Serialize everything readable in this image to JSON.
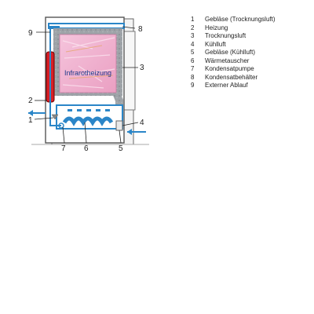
{
  "diagram": {
    "overlay_label": "Infrarotheizung",
    "callouts": [
      "9",
      "8",
      "3",
      "2",
      "1",
      "4",
      "7",
      "6",
      "5"
    ]
  },
  "legend": [
    {
      "num": "1",
      "text": "Gebläse (Trocknungsluft)"
    },
    {
      "num": "2",
      "text": "Heizung"
    },
    {
      "num": "3",
      "text": "Trocknungsluft"
    },
    {
      "num": "4",
      "text": "Kühlluft"
    },
    {
      "num": "5",
      "text": "Gebläse (Kühlluft)"
    },
    {
      "num": "6",
      "text": "Wärmetauscher"
    },
    {
      "num": "7",
      "text": "Kondensatpumpe"
    },
    {
      "num": "8",
      "text": "Kondensatbehälter"
    },
    {
      "num": "9",
      "text": "Externer Ablauf"
    }
  ],
  "colors": {
    "drum": "#f2b8d4",
    "heater": "#d81f26",
    "air_duct": "#9ea3a8",
    "water": "#2b86c8",
    "casing": "#555555"
  }
}
